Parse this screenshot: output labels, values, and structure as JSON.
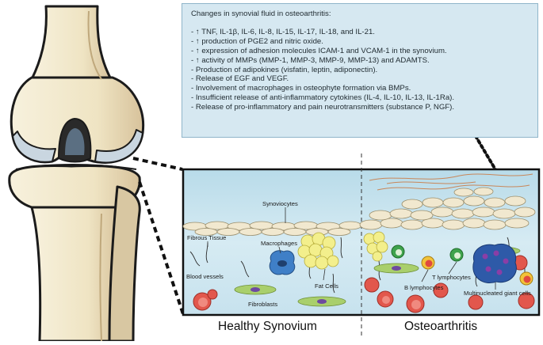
{
  "info_box": {
    "title": "Changes in synovial fluid in osteoarthritis:",
    "lines": [
      "- ↑ TNF, IL-1β, IL-6, IL-8, IL-15, IL-17, IL-18, and IL-21.",
      "- ↑ production of PGE2 and nitric oxide.",
      "- ↑ expression of adhesion molecules ICAM-1 and VCAM-1 in the synovium.",
      "- ↑ activity of MMPs (MMP-1, MMP-3, MMP-9, MMP-13) and ADAMTS.",
      "- Production of adipokines (visfatin, leptin, adiponectin).",
      "- Release of EGF and VEGF.",
      "- Involvement of macrophages in osteophyte formation via BMPs.",
      "- Insufficient release of anti-inflammatory cytokines (IL-4, IL-10, IL-13, IL-1Ra).",
      "- Release of pro-inflammatory and pain neurotransmitters (substance P, NGF)."
    ]
  },
  "labels": {
    "synoviocytes": "Synoviocytes",
    "fibrous_tissue": "Fibrous Tissue",
    "macrophages": "Macrophages",
    "blood_vessels": "Blood vessels",
    "fibroblasts": "Fibroblasts",
    "fat_cells": "Fat Cells",
    "t_lymphocytes": "T lymphocytes",
    "b_lymphocytes": "B lymphocytes",
    "giant_cells": "Multinucleated giant cells"
  },
  "captions": {
    "healthy": "Healthy Synovium",
    "oa": "Osteoarthritis"
  },
  "colors": {
    "fluid": "#cfe6f0",
    "box_border": "#8fb5c9",
    "bone": "#f3ecd6",
    "bone_shade": "#d9c9a6",
    "cartilage": "#c8d8e4",
    "synoviocyte": "#f1e8cf",
    "fat_cell": "#f3ef8c",
    "macrophage": "#3f7fc7",
    "blood_cell": "#e2574c",
    "lymphocyte": "#3fa34d",
    "fibroblast": "#a9cf6c",
    "giant_cell": "#2e5aa8"
  }
}
